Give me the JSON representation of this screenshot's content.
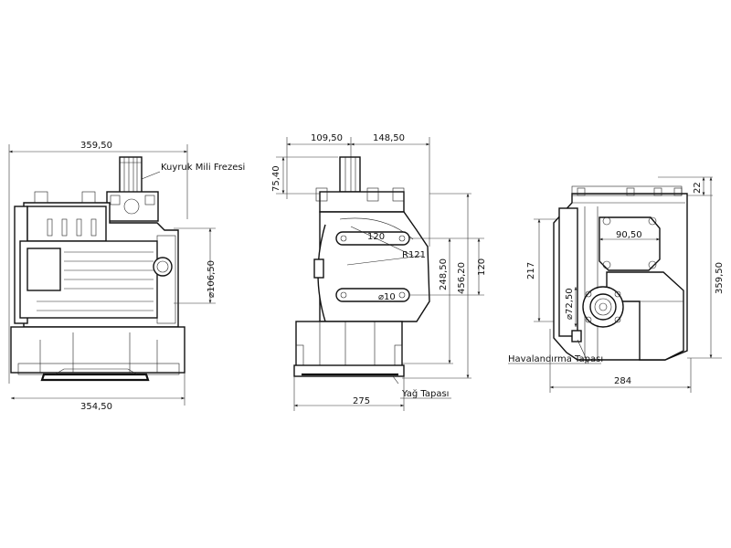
{
  "views": {
    "front": {
      "dim_top_width": "359,50",
      "dim_bottom_width": "354,50",
      "dim_shaft_diameter": "⌀106,50",
      "label_shaft": "Kuyruk Mili Frezesi"
    },
    "side": {
      "dim_left_top": "109,50",
      "dim_right_top": "148,50",
      "dim_top_height": "75,40",
      "dim_slot_length": "120",
      "dim_radius": "R121",
      "dim_hole": "⌀10",
      "dim_height_a": "248,50",
      "dim_height_b": "456,20",
      "dim_height_c": "120",
      "dim_bottom_width": "275",
      "label_drain": "Yağ Tapası"
    },
    "rear": {
      "dim_flange": "90,50",
      "dim_height_left": "217",
      "dim_hub_diameter": "⌀72,50",
      "dim_top_offset": "22",
      "dim_total_height": "359,50",
      "dim_bottom_width": "284",
      "label_vent": "Havalandırma Tapası"
    }
  },
  "colors": {
    "line": "#111111",
    "background": "#ffffff"
  }
}
